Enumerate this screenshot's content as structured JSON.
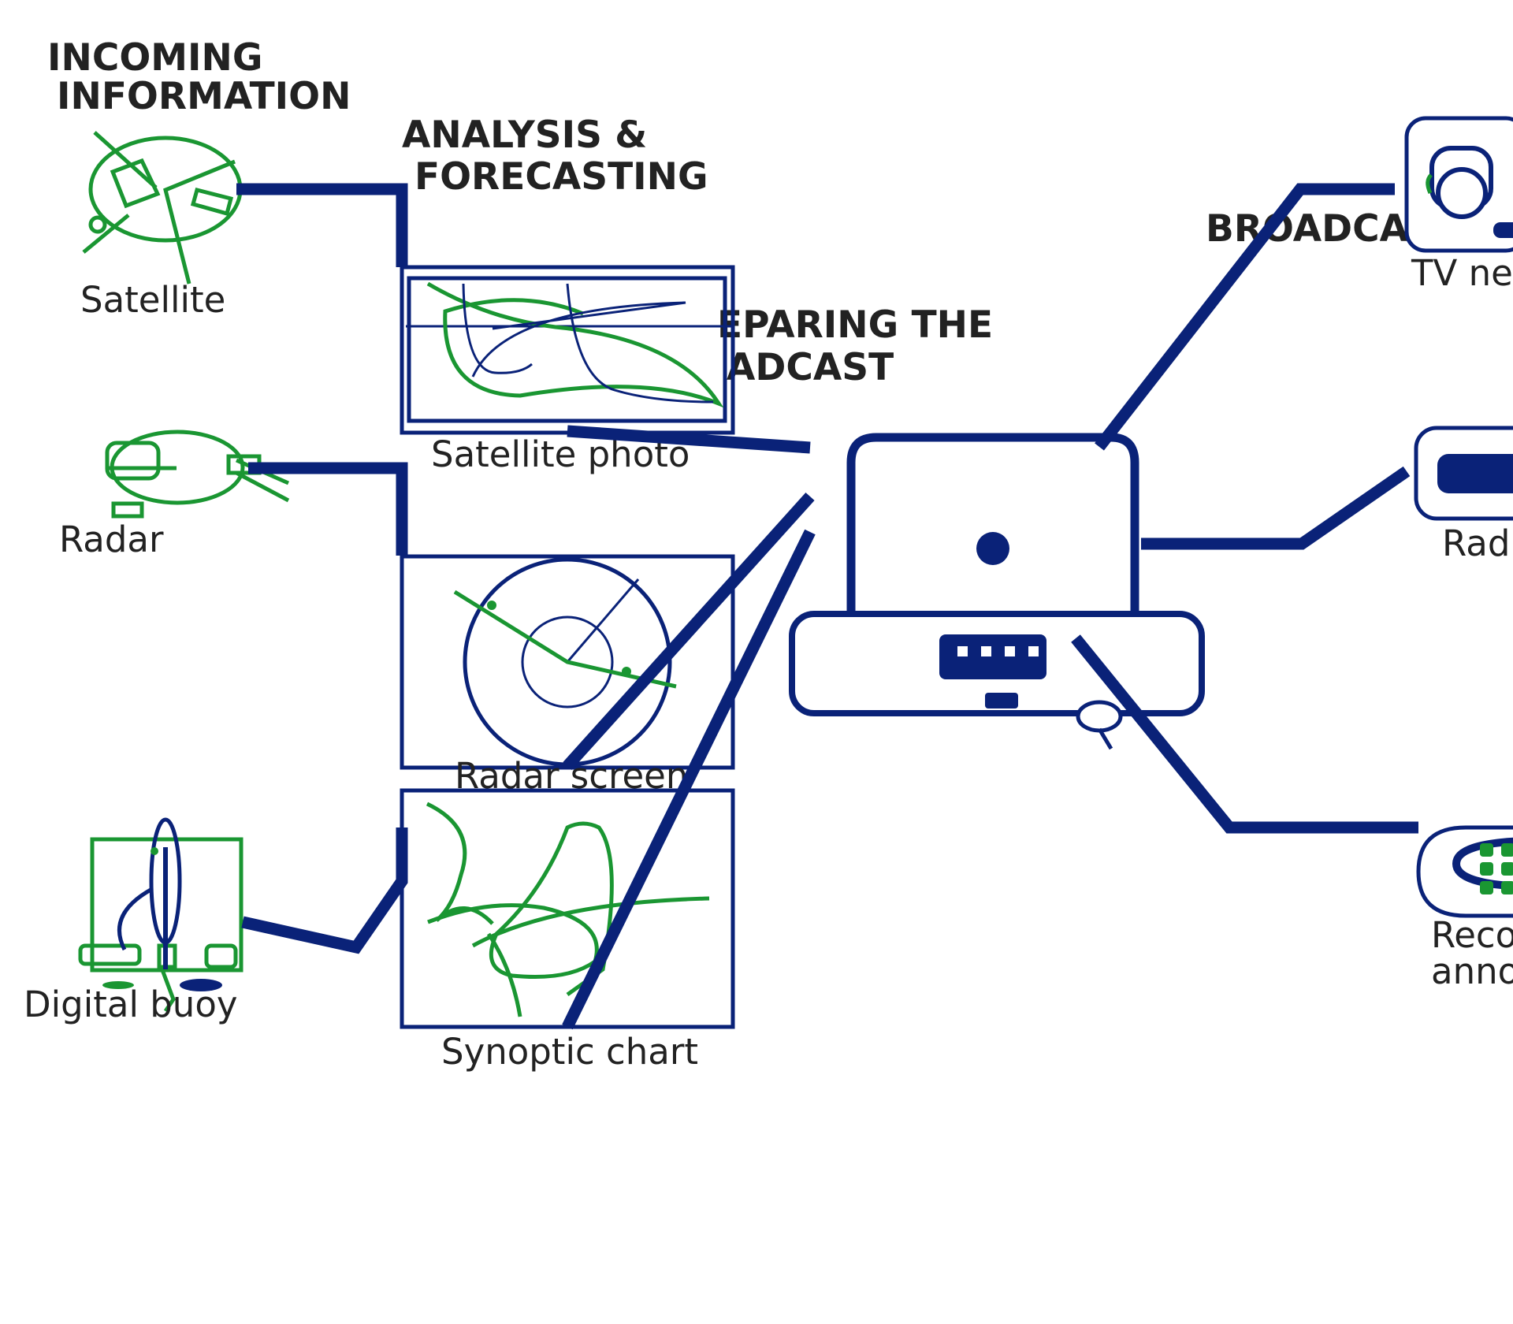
{
  "colors": {
    "navy": "#0a2278",
    "green": "#1a9632",
    "text": "#222222",
    "background": "#ffffff"
  },
  "stages": {
    "incoming": [
      "INCOMING",
      "INFORMATION"
    ],
    "analysis": [
      "ANALYSIS &",
      "FORECASTING"
    ],
    "preparing": [
      "EPARING THE",
      "ADCAST"
    ],
    "broadcast": [
      "BROADCAS"
    ]
  },
  "sources": {
    "satellite": {
      "label": "Satellite",
      "icon": "satellite-icon"
    },
    "radar": {
      "label": "Radar",
      "icon": "radar-dish-icon"
    },
    "buoy": {
      "label": "Digital buoy",
      "icon": "buoy-icon"
    }
  },
  "products": {
    "satellite_photo": {
      "label": "Satellite photo",
      "icon": "satellite-photo-image"
    },
    "radar_screen": {
      "label": "Radar screen",
      "icon": "radar-screen-image"
    },
    "synoptic_chart": {
      "label": "Synoptic chart",
      "icon": "synoptic-chart-image"
    }
  },
  "hub": {
    "icon": "computer-workstation-icon"
  },
  "outputs": {
    "tv": {
      "label": "TV ne",
      "icon": "tv-camera-icon"
    },
    "radio": {
      "label": "Rad",
      "icon": "radio-icon"
    },
    "recorded": {
      "label_lines": [
        "Reco",
        "anno"
      ],
      "icon": "telephone-icon"
    }
  }
}
